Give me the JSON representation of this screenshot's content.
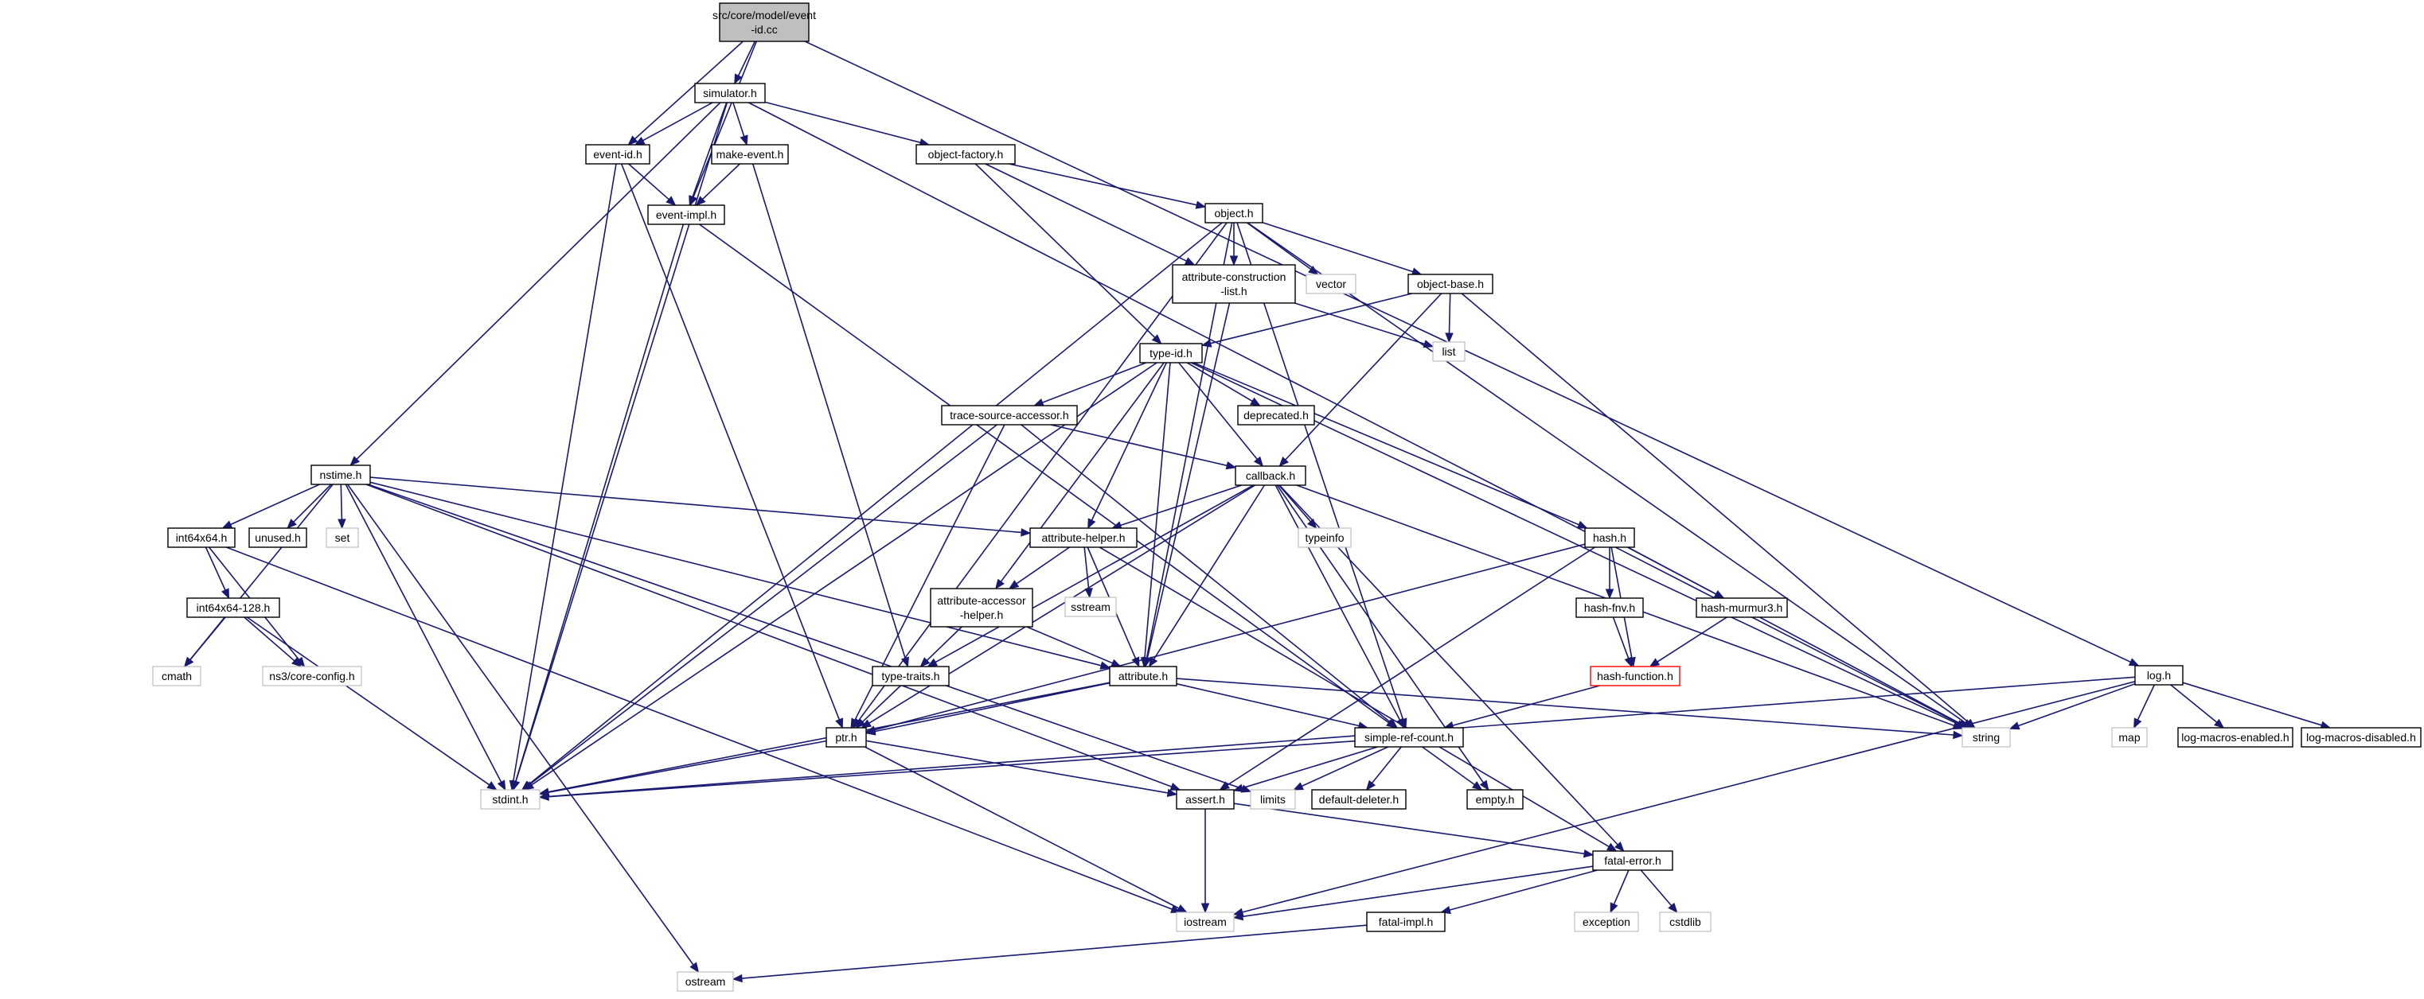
{
  "colors": {
    "edge": "#191970",
    "node_border": "#000000",
    "root_fill": "#bfbfbf",
    "system_header_border": "#bfbfbf",
    "highlight_border": "#ff0000",
    "background": "#ffffff"
  },
  "nodes": [
    {
      "id": "event-id-cc",
      "lines": [
        "src/core/model/event",
        "-id.cc"
      ],
      "style": "root"
    },
    {
      "id": "simulator-h",
      "lines": [
        "simulator.h"
      ],
      "style": "normal"
    },
    {
      "id": "log-h",
      "lines": [
        "log.h"
      ],
      "style": "normal"
    },
    {
      "id": "event-id-h",
      "lines": [
        "event-id.h"
      ],
      "style": "normal"
    },
    {
      "id": "make-event-h",
      "lines": [
        "make-event.h"
      ],
      "style": "normal"
    },
    {
      "id": "object-factory-h",
      "lines": [
        "object-factory.h"
      ],
      "style": "normal"
    },
    {
      "id": "event-impl-h",
      "lines": [
        "event-impl.h"
      ],
      "style": "normal"
    },
    {
      "id": "object-h",
      "lines": [
        "object.h"
      ],
      "style": "normal"
    },
    {
      "id": "attribute-construction-list-h",
      "lines": [
        "attribute-construction",
        "-list.h"
      ],
      "style": "normal"
    },
    {
      "id": "vector",
      "lines": [
        "vector"
      ],
      "style": "system"
    },
    {
      "id": "object-base-h",
      "lines": [
        "object-base.h"
      ],
      "style": "normal"
    },
    {
      "id": "list",
      "lines": [
        "list"
      ],
      "style": "system"
    },
    {
      "id": "type-id-h",
      "lines": [
        "type-id.h"
      ],
      "style": "normal"
    },
    {
      "id": "trace-source-accessor-h",
      "lines": [
        "trace-source-accessor.h"
      ],
      "style": "normal"
    },
    {
      "id": "deprecated-h",
      "lines": [
        "deprecated.h"
      ],
      "style": "normal"
    },
    {
      "id": "callback-h",
      "lines": [
        "callback.h"
      ],
      "style": "normal"
    },
    {
      "id": "typeinfo",
      "lines": [
        "typeinfo"
      ],
      "style": "system"
    },
    {
      "id": "nstime-h",
      "lines": [
        "nstime.h"
      ],
      "style": "normal"
    },
    {
      "id": "int64x64-h",
      "lines": [
        "int64x64.h"
      ],
      "style": "normal"
    },
    {
      "id": "unused-h",
      "lines": [
        "unused.h"
      ],
      "style": "normal"
    },
    {
      "id": "set",
      "lines": [
        "set"
      ],
      "style": "system"
    },
    {
      "id": "int64x64-128-h",
      "lines": [
        "int64x64-128.h"
      ],
      "style": "normal"
    },
    {
      "id": "cmath",
      "lines": [
        "cmath"
      ],
      "style": "system"
    },
    {
      "id": "ns3-core-config-h",
      "lines": [
        "ns3/core-config.h"
      ],
      "style": "system"
    },
    {
      "id": "attribute-helper-h",
      "lines": [
        "attribute-helper.h"
      ],
      "style": "normal"
    },
    {
      "id": "sstream",
      "lines": [
        "sstream"
      ],
      "style": "system"
    },
    {
      "id": "attribute-accessor-helper-h",
      "lines": [
        "attribute-accessor",
        "-helper.h"
      ],
      "style": "normal"
    },
    {
      "id": "type-traits-h",
      "lines": [
        "type-traits.h"
      ],
      "style": "normal"
    },
    {
      "id": "attribute-h",
      "lines": [
        "attribute.h"
      ],
      "style": "normal"
    },
    {
      "id": "hash-h",
      "lines": [
        "hash.h"
      ],
      "style": "normal"
    },
    {
      "id": "hash-fnv-h",
      "lines": [
        "hash-fnv.h"
      ],
      "style": "normal"
    },
    {
      "id": "hash-murmur3-h",
      "lines": [
        "hash-murmur3.h"
      ],
      "style": "normal"
    },
    {
      "id": "hash-function-h",
      "lines": [
        "hash-function.h"
      ],
      "style": "highlight"
    },
    {
      "id": "ptr-h",
      "lines": [
        "ptr.h"
      ],
      "style": "normal"
    },
    {
      "id": "simple-ref-count-h",
      "lines": [
        "simple-ref-count.h"
      ],
      "style": "normal"
    },
    {
      "id": "stdint-h",
      "lines": [
        "stdint.h"
      ],
      "style": "system"
    },
    {
      "id": "limits",
      "lines": [
        "limits"
      ],
      "style": "system"
    },
    {
      "id": "assert-h",
      "lines": [
        "assert.h"
      ],
      "style": "normal"
    },
    {
      "id": "default-deleter-h",
      "lines": [
        "default-deleter.h"
      ],
      "style": "normal"
    },
    {
      "id": "empty-h",
      "lines": [
        "empty.h"
      ],
      "style": "normal"
    },
    {
      "id": "string",
      "lines": [
        "string"
      ],
      "style": "system"
    },
    {
      "id": "map",
      "lines": [
        "map"
      ],
      "style": "system"
    },
    {
      "id": "log-macros-enabled-h",
      "lines": [
        "log-macros-enabled.h"
      ],
      "style": "normal"
    },
    {
      "id": "log-macros-disabled-h",
      "lines": [
        "log-macros-disabled.h"
      ],
      "style": "normal"
    },
    {
      "id": "fatal-error-h",
      "lines": [
        "fatal-error.h"
      ],
      "style": "normal"
    },
    {
      "id": "iostream",
      "lines": [
        "iostream"
      ],
      "style": "system"
    },
    {
      "id": "exception",
      "lines": [
        "exception"
      ],
      "style": "system"
    },
    {
      "id": "cstdlib",
      "lines": [
        "cstdlib"
      ],
      "style": "system"
    },
    {
      "id": "fatal-impl-h",
      "lines": [
        "fatal-impl.h"
      ],
      "style": "normal"
    },
    {
      "id": "ostream",
      "lines": [
        "ostream"
      ],
      "style": "system"
    }
  ],
  "edges": [
    [
      "event-id-cc",
      "simulator-h"
    ],
    [
      "event-id-cc",
      "event-id-h"
    ],
    [
      "event-id-cc",
      "event-impl-h"
    ],
    [
      "event-id-cc",
      "log-h"
    ],
    [
      "simulator-h",
      "event-id-h"
    ],
    [
      "simulator-h",
      "event-impl-h"
    ],
    [
      "simulator-h",
      "make-event-h"
    ],
    [
      "simulator-h",
      "object-factory-h"
    ],
    [
      "simulator-h",
      "nstime-h"
    ],
    [
      "simulator-h",
      "stdint-h"
    ],
    [
      "simulator-h",
      "string"
    ],
    [
      "event-id-h",
      "event-impl-h"
    ],
    [
      "event-id-h",
      "ptr-h"
    ],
    [
      "event-id-h",
      "stdint-h"
    ],
    [
      "make-event-h",
      "event-impl-h"
    ],
    [
      "make-event-h",
      "type-traits-h"
    ],
    [
      "object-factory-h",
      "object-h"
    ],
    [
      "object-factory-h",
      "attribute-construction-list-h"
    ],
    [
      "object-factory-h",
      "type-id-h"
    ],
    [
      "event-impl-h",
      "simple-ref-count-h"
    ],
    [
      "event-impl-h",
      "stdint-h"
    ],
    [
      "object-h",
      "attribute-construction-list-h"
    ],
    [
      "object-h",
      "vector"
    ],
    [
      "object-h",
      "object-base-h"
    ],
    [
      "object-h",
      "ptr-h"
    ],
    [
      "object-h",
      "attribute-h"
    ],
    [
      "object-h",
      "stdint-h"
    ],
    [
      "object-h",
      "simple-ref-count-h"
    ],
    [
      "object-h",
      "string"
    ],
    [
      "attribute-construction-list-h",
      "list"
    ],
    [
      "attribute-construction-list-h",
      "attribute-h"
    ],
    [
      "object-base-h",
      "type-id-h"
    ],
    [
      "object-base-h",
      "list"
    ],
    [
      "object-base-h",
      "callback-h"
    ],
    [
      "object-base-h",
      "string"
    ],
    [
      "type-id-h",
      "trace-source-accessor-h"
    ],
    [
      "type-id-h",
      "deprecated-h"
    ],
    [
      "type-id-h",
      "callback-h"
    ],
    [
      "type-id-h",
      "attribute-helper-h"
    ],
    [
      "type-id-h",
      "attribute-accessor-helper-h"
    ],
    [
      "type-id-h",
      "attribute-h"
    ],
    [
      "type-id-h",
      "hash-h"
    ],
    [
      "type-id-h",
      "stdint-h"
    ],
    [
      "type-id-h",
      "string"
    ],
    [
      "trace-source-accessor-h",
      "callback-h"
    ],
    [
      "trace-source-accessor-h",
      "ptr-h"
    ],
    [
      "trace-source-accessor-h",
      "simple-ref-count-h"
    ],
    [
      "trace-source-accessor-h",
      "stdint-h"
    ],
    [
      "callback-h",
      "typeinfo"
    ],
    [
      "callback-h",
      "attribute-helper-h"
    ],
    [
      "callback-h",
      "type-traits-h"
    ],
    [
      "callback-h",
      "attribute-h"
    ],
    [
      "callback-h",
      "ptr-h"
    ],
    [
      "callback-h",
      "simple-ref-count-h"
    ],
    [
      "callback-h",
      "empty-h"
    ],
    [
      "callback-h",
      "fatal-error-h"
    ],
    [
      "callback-h",
      "string"
    ],
    [
      "nstime-h",
      "int64x64-h"
    ],
    [
      "nstime-h",
      "unused-h"
    ],
    [
      "nstime-h",
      "set"
    ],
    [
      "nstime-h",
      "cmath"
    ],
    [
      "nstime-h",
      "attribute-helper-h"
    ],
    [
      "nstime-h",
      "attribute-h"
    ],
    [
      "nstime-h",
      "stdint-h"
    ],
    [
      "nstime-h",
      "assert-h"
    ],
    [
      "nstime-h",
      "limits"
    ],
    [
      "nstime-h",
      "ostream"
    ],
    [
      "int64x64-h",
      "int64x64-128-h"
    ],
    [
      "int64x64-h",
      "ns3-core-config-h"
    ],
    [
      "int64x64-h",
      "iostream"
    ],
    [
      "int64x64-128-h",
      "cmath"
    ],
    [
      "int64x64-128-h",
      "ns3-core-config-h"
    ],
    [
      "int64x64-128-h",
      "stdint-h"
    ],
    [
      "attribute-helper-h",
      "sstream"
    ],
    [
      "attribute-helper-h",
      "attribute-accessor-helper-h"
    ],
    [
      "attribute-helper-h",
      "attribute-h"
    ],
    [
      "attribute-helper-h",
      "fatal-error-h"
    ],
    [
      "attribute-accessor-helper-h",
      "type-traits-h"
    ],
    [
      "attribute-accessor-helper-h",
      "attribute-h"
    ],
    [
      "type-traits-h",
      "ptr-h"
    ],
    [
      "attribute-h",
      "ptr-h"
    ],
    [
      "attribute-h",
      "simple-ref-count-h"
    ],
    [
      "attribute-h",
      "string"
    ],
    [
      "attribute-h",
      "stdint-h"
    ],
    [
      "hash-h",
      "hash-fnv-h"
    ],
    [
      "hash-h",
      "hash-murmur3-h"
    ],
    [
      "hash-h",
      "hash-function-h"
    ],
    [
      "hash-h",
      "ptr-h"
    ],
    [
      "hash-h",
      "assert-h"
    ],
    [
      "hash-h",
      "string"
    ],
    [
      "hash-fnv-h",
      "hash-function-h"
    ],
    [
      "hash-murmur3-h",
      "hash-function-h"
    ],
    [
      "hash-function-h",
      "simple-ref-count-h"
    ],
    [
      "ptr-h",
      "stdint-h"
    ],
    [
      "ptr-h",
      "assert-h"
    ],
    [
      "ptr-h",
      "iostream"
    ],
    [
      "simple-ref-count-h",
      "stdint-h"
    ],
    [
      "simple-ref-count-h",
      "limits"
    ],
    [
      "simple-ref-count-h",
      "assert-h"
    ],
    [
      "simple-ref-count-h",
      "default-deleter-h"
    ],
    [
      "simple-ref-count-h",
      "empty-h"
    ],
    [
      "assert-h",
      "iostream"
    ],
    [
      "assert-h",
      "fatal-error-h"
    ],
    [
      "log-h",
      "string"
    ],
    [
      "log-h",
      "map"
    ],
    [
      "log-h",
      "log-macros-enabled-h"
    ],
    [
      "log-h",
      "log-macros-disabled-h"
    ],
    [
      "log-h",
      "stdint-h"
    ],
    [
      "log-h",
      "iostream"
    ],
    [
      "fatal-error-h",
      "iostream"
    ],
    [
      "fatal-error-h",
      "exception"
    ],
    [
      "fatal-error-h",
      "cstdlib"
    ],
    [
      "fatal-error-h",
      "fatal-impl-h"
    ],
    [
      "fatal-impl-h",
      "ostream"
    ]
  ]
}
